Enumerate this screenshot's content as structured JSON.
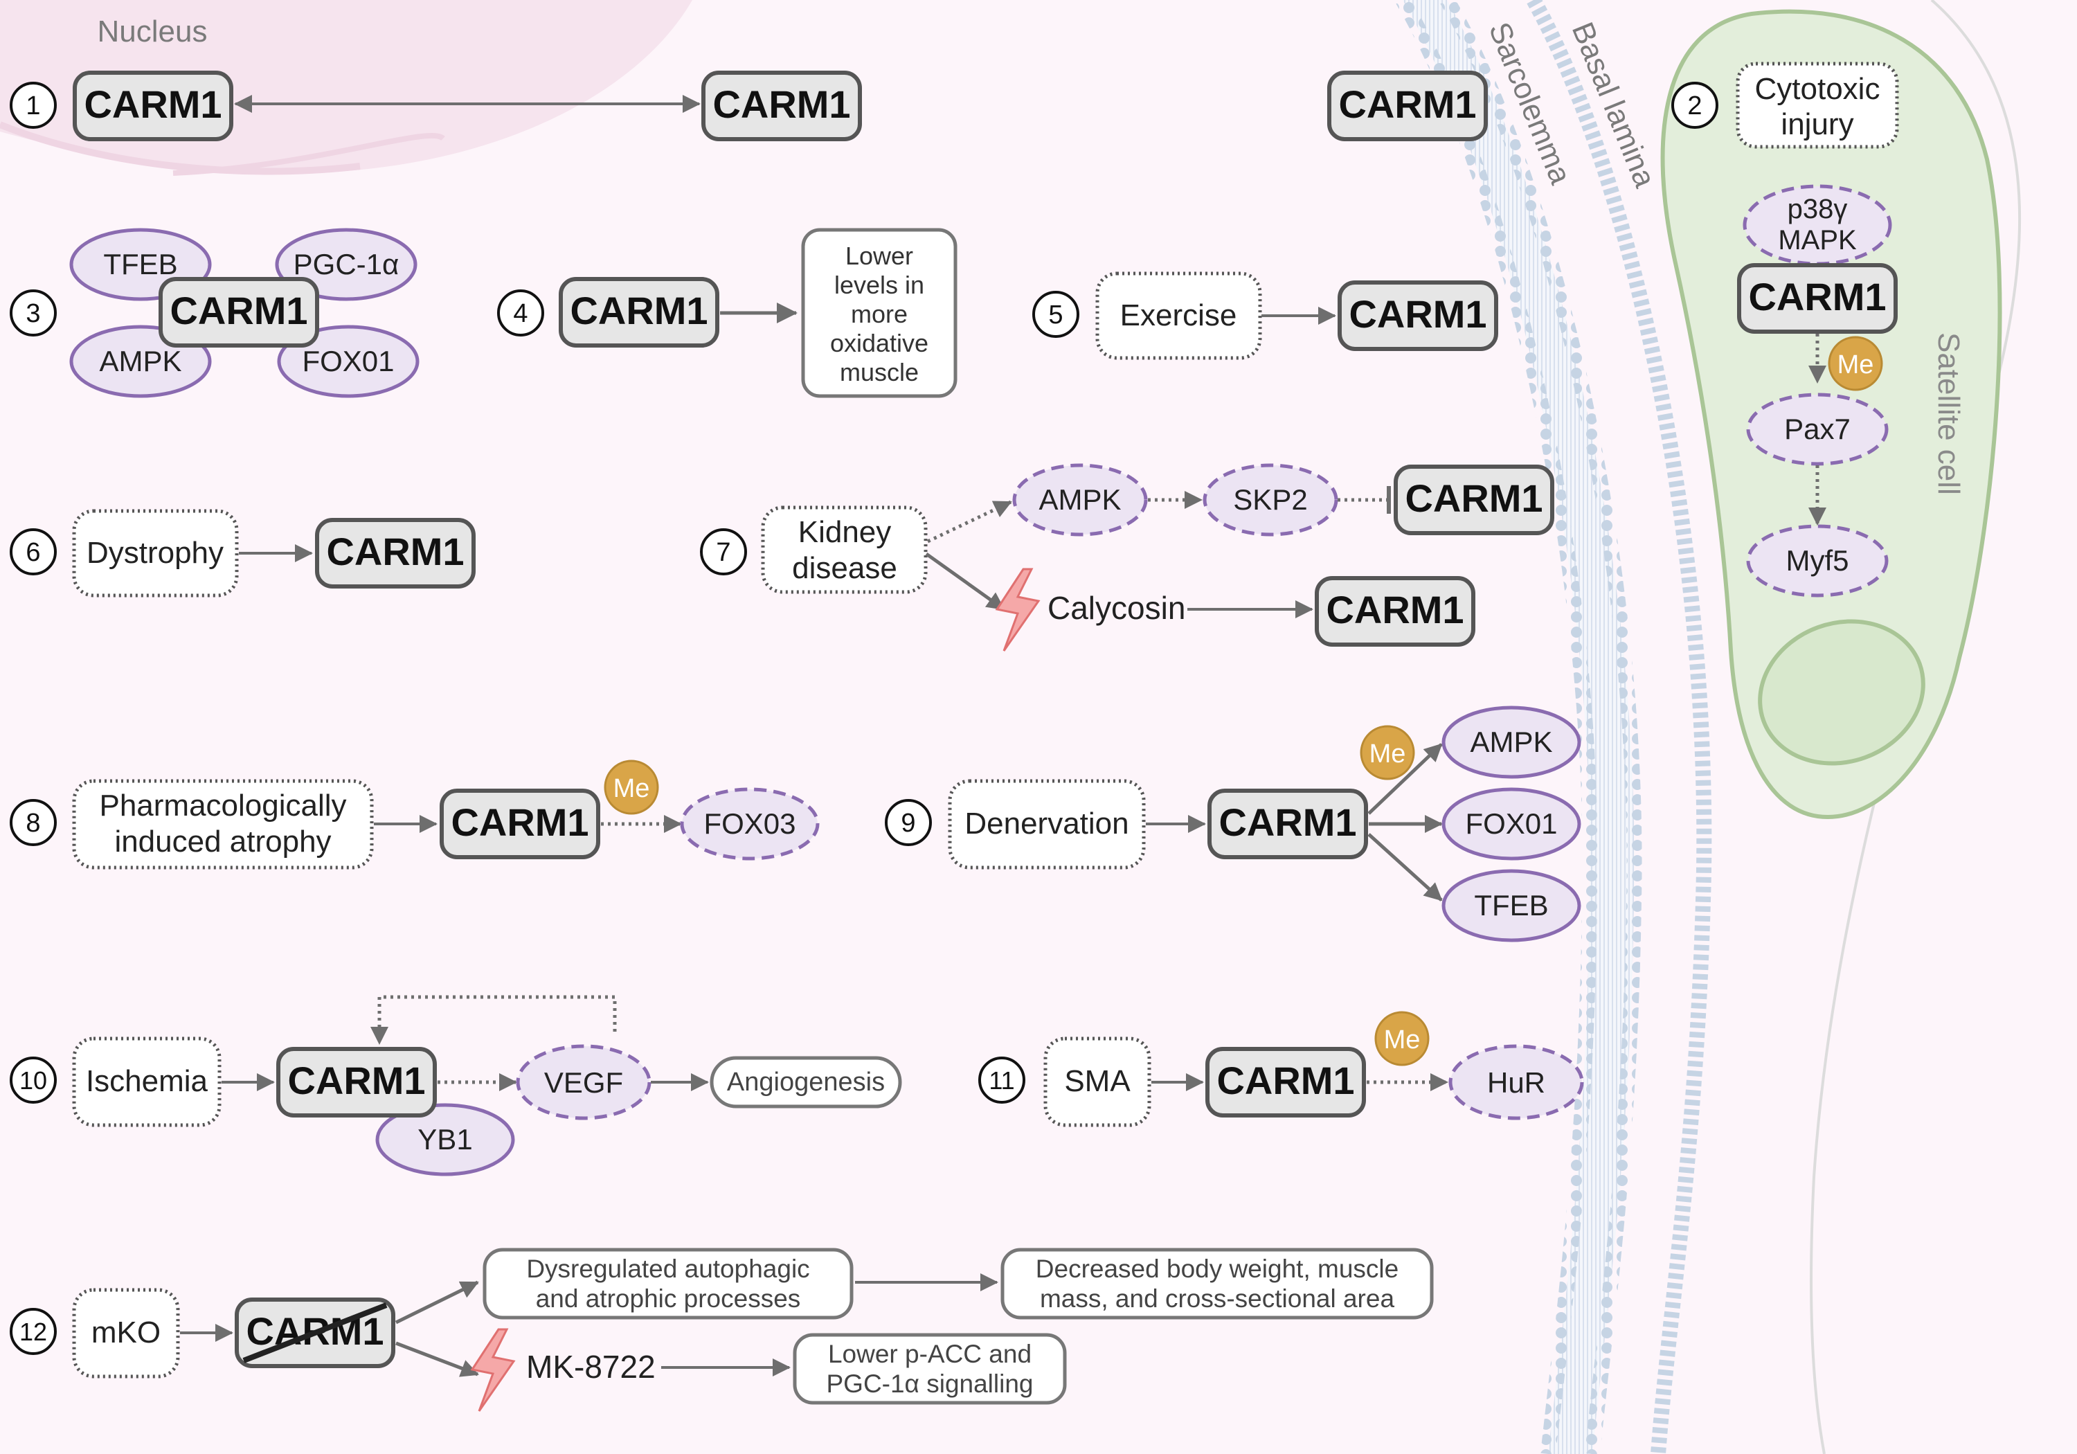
{
  "labels": {
    "nucleus": "Nucleus",
    "sarcolemma": "Sarcolemma",
    "basal_lamina": "Basal lamina",
    "satellite_cell": "Satellite cell",
    "carm1": "CARM1",
    "me": "Me"
  },
  "markers": [
    "1",
    "2",
    "3",
    "4",
    "5",
    "6",
    "7",
    "8",
    "9",
    "10",
    "11",
    "12"
  ],
  "panel1": {},
  "panel2": {
    "injury": [
      "Cytotoxic",
      "injury"
    ],
    "p38": [
      "p38γ",
      "MAPK"
    ],
    "pax7": "Pax7",
    "myf5": "Myf5"
  },
  "panel3": {
    "tfeb": "TFEB",
    "pgc": "PGC-1α",
    "ampk": "AMPK",
    "fox01": "FOX01"
  },
  "panel4": {
    "outcome": [
      "Lower",
      "levels in",
      "more",
      "oxidative",
      "muscle"
    ]
  },
  "panel5": {
    "exercise": "Exercise"
  },
  "panel6": {
    "dystrophy": "Dystrophy"
  },
  "panel7": {
    "kidney": [
      "Kidney",
      "disease"
    ],
    "ampk": "AMPK",
    "skp2": "SKP2",
    "calycosin": "Calycosin"
  },
  "panel8": {
    "atrophy": [
      "Pharmacologically",
      "induced atrophy"
    ],
    "fox03": "FOX03"
  },
  "panel9": {
    "denervation": "Denervation",
    "ampk": "AMPK",
    "fox01": "FOX01",
    "tfeb": "TFEB"
  },
  "panel10": {
    "ischemia": "Ischemia",
    "vegf": "VEGF",
    "angiogenesis": "Angiogenesis",
    "yb1": "YB1"
  },
  "panel11": {
    "sma": "SMA",
    "hur": "HuR"
  },
  "panel12": {
    "mko": "mKO",
    "dysregulated": [
      "Dysregulated autophagic",
      "and atrophic processes"
    ],
    "decreased": [
      "Decreased body weight, muscle",
      "mass, and cross-sectional area"
    ],
    "mk8722": "MK-8722",
    "lower_pacc": [
      "Lower p-ACC and",
      "PGC-1α signalling"
    ]
  },
  "colors": {
    "background": "#fdf5fa",
    "carm1_fill": "#e6e6e6",
    "outline": "#555555",
    "purple": "#8a6bb0",
    "purple_fill": "#ece4f3",
    "methyl": "#d9a548",
    "satellite_fill": "#e3eedb",
    "satellite_stroke": "#a9c596",
    "lightning": "#f08080"
  }
}
